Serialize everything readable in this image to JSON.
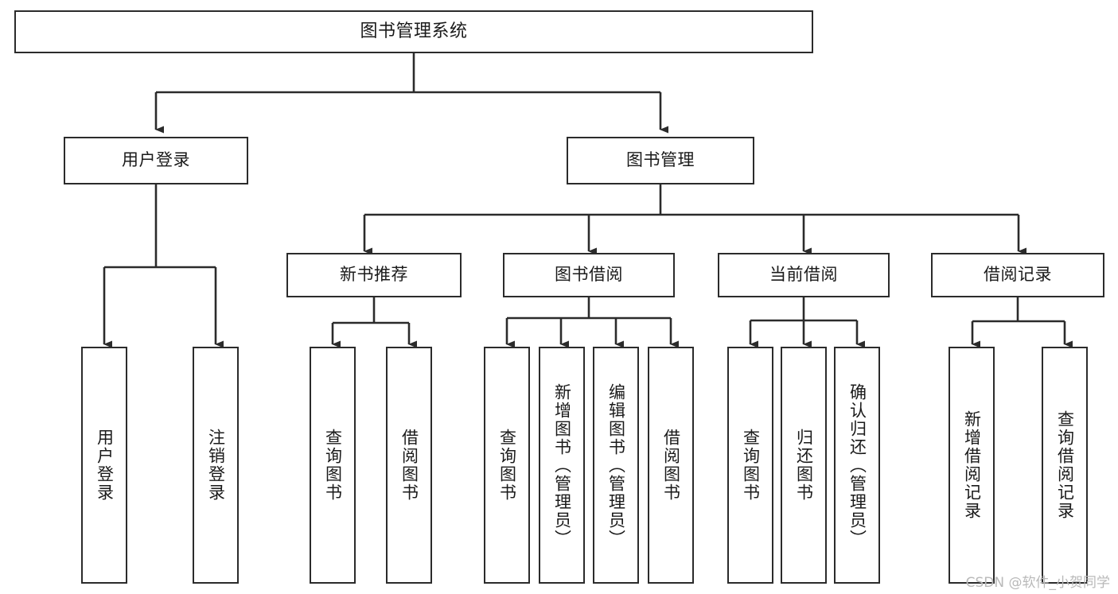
{
  "diagram": {
    "kind": "function-structure-tree",
    "colors": {
      "stroke": "#2b2b2b",
      "node_fill": "#ffffff",
      "text": "#1a1a1a",
      "background": "#ffffff",
      "watermark": "#b9b9b9"
    },
    "root": {
      "label": "图书管理系统"
    },
    "level2": [
      {
        "label": "用户登录"
      },
      {
        "label": "图书管理"
      }
    ],
    "level3": [
      {
        "label": "新书推荐"
      },
      {
        "label": "图书借阅"
      },
      {
        "label": "当前借阅"
      },
      {
        "label": "借阅记录"
      }
    ],
    "leaves": {
      "user_login": [
        {
          "label": "用户登录"
        },
        {
          "label": "注销登录"
        }
      ],
      "new_book_recommend": [
        {
          "label": "查询图书"
        },
        {
          "label": "借阅图书"
        }
      ],
      "book_borrow": [
        {
          "label": "查询图书"
        },
        {
          "label": "新增图书（管理员）"
        },
        {
          "label": "编辑图书（管理员）"
        },
        {
          "label": "借阅图书"
        }
      ],
      "current_borrow": [
        {
          "label": "查询图书"
        },
        {
          "label": "归还图书"
        },
        {
          "label": "确认归还（管理员）"
        }
      ],
      "borrow_record": [
        {
          "label": "新增借阅记录"
        },
        {
          "label": "查询借阅记录"
        }
      ]
    },
    "watermark": "CSDN @软件_小贺同学"
  }
}
